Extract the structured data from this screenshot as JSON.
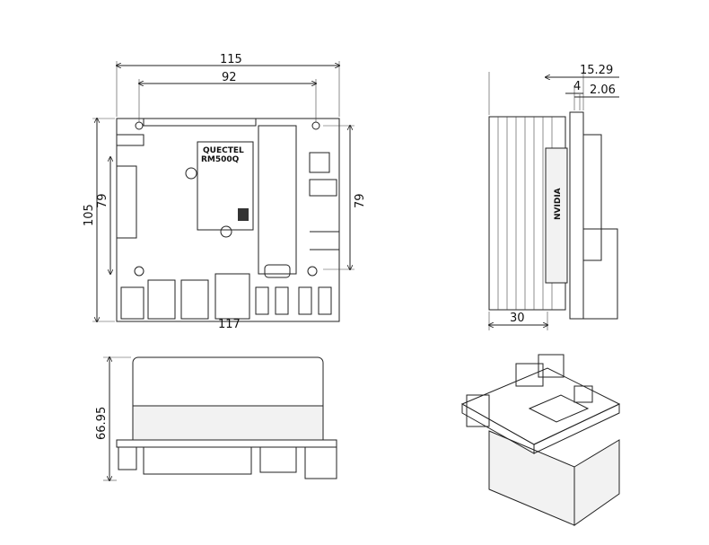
{
  "top_view": {
    "width_overall": "115",
    "hole_spacing_x": "92",
    "height_overall": "105",
    "hole_spacing_left": "79",
    "hole_spacing_right": "79",
    "bottom_dim": "117",
    "module_brand": "QUECTEL",
    "module_model": "RM500Q"
  },
  "side_view": {
    "total_depth": "15.29",
    "board_offset": "4",
    "board_thickness": "2.06",
    "heatsink_height": "30",
    "heatsink_brand": "NVIDIA"
  },
  "front_view": {
    "total_height": "66.95"
  },
  "colors": {
    "line": "#222222",
    "background": "#ffffff"
  }
}
